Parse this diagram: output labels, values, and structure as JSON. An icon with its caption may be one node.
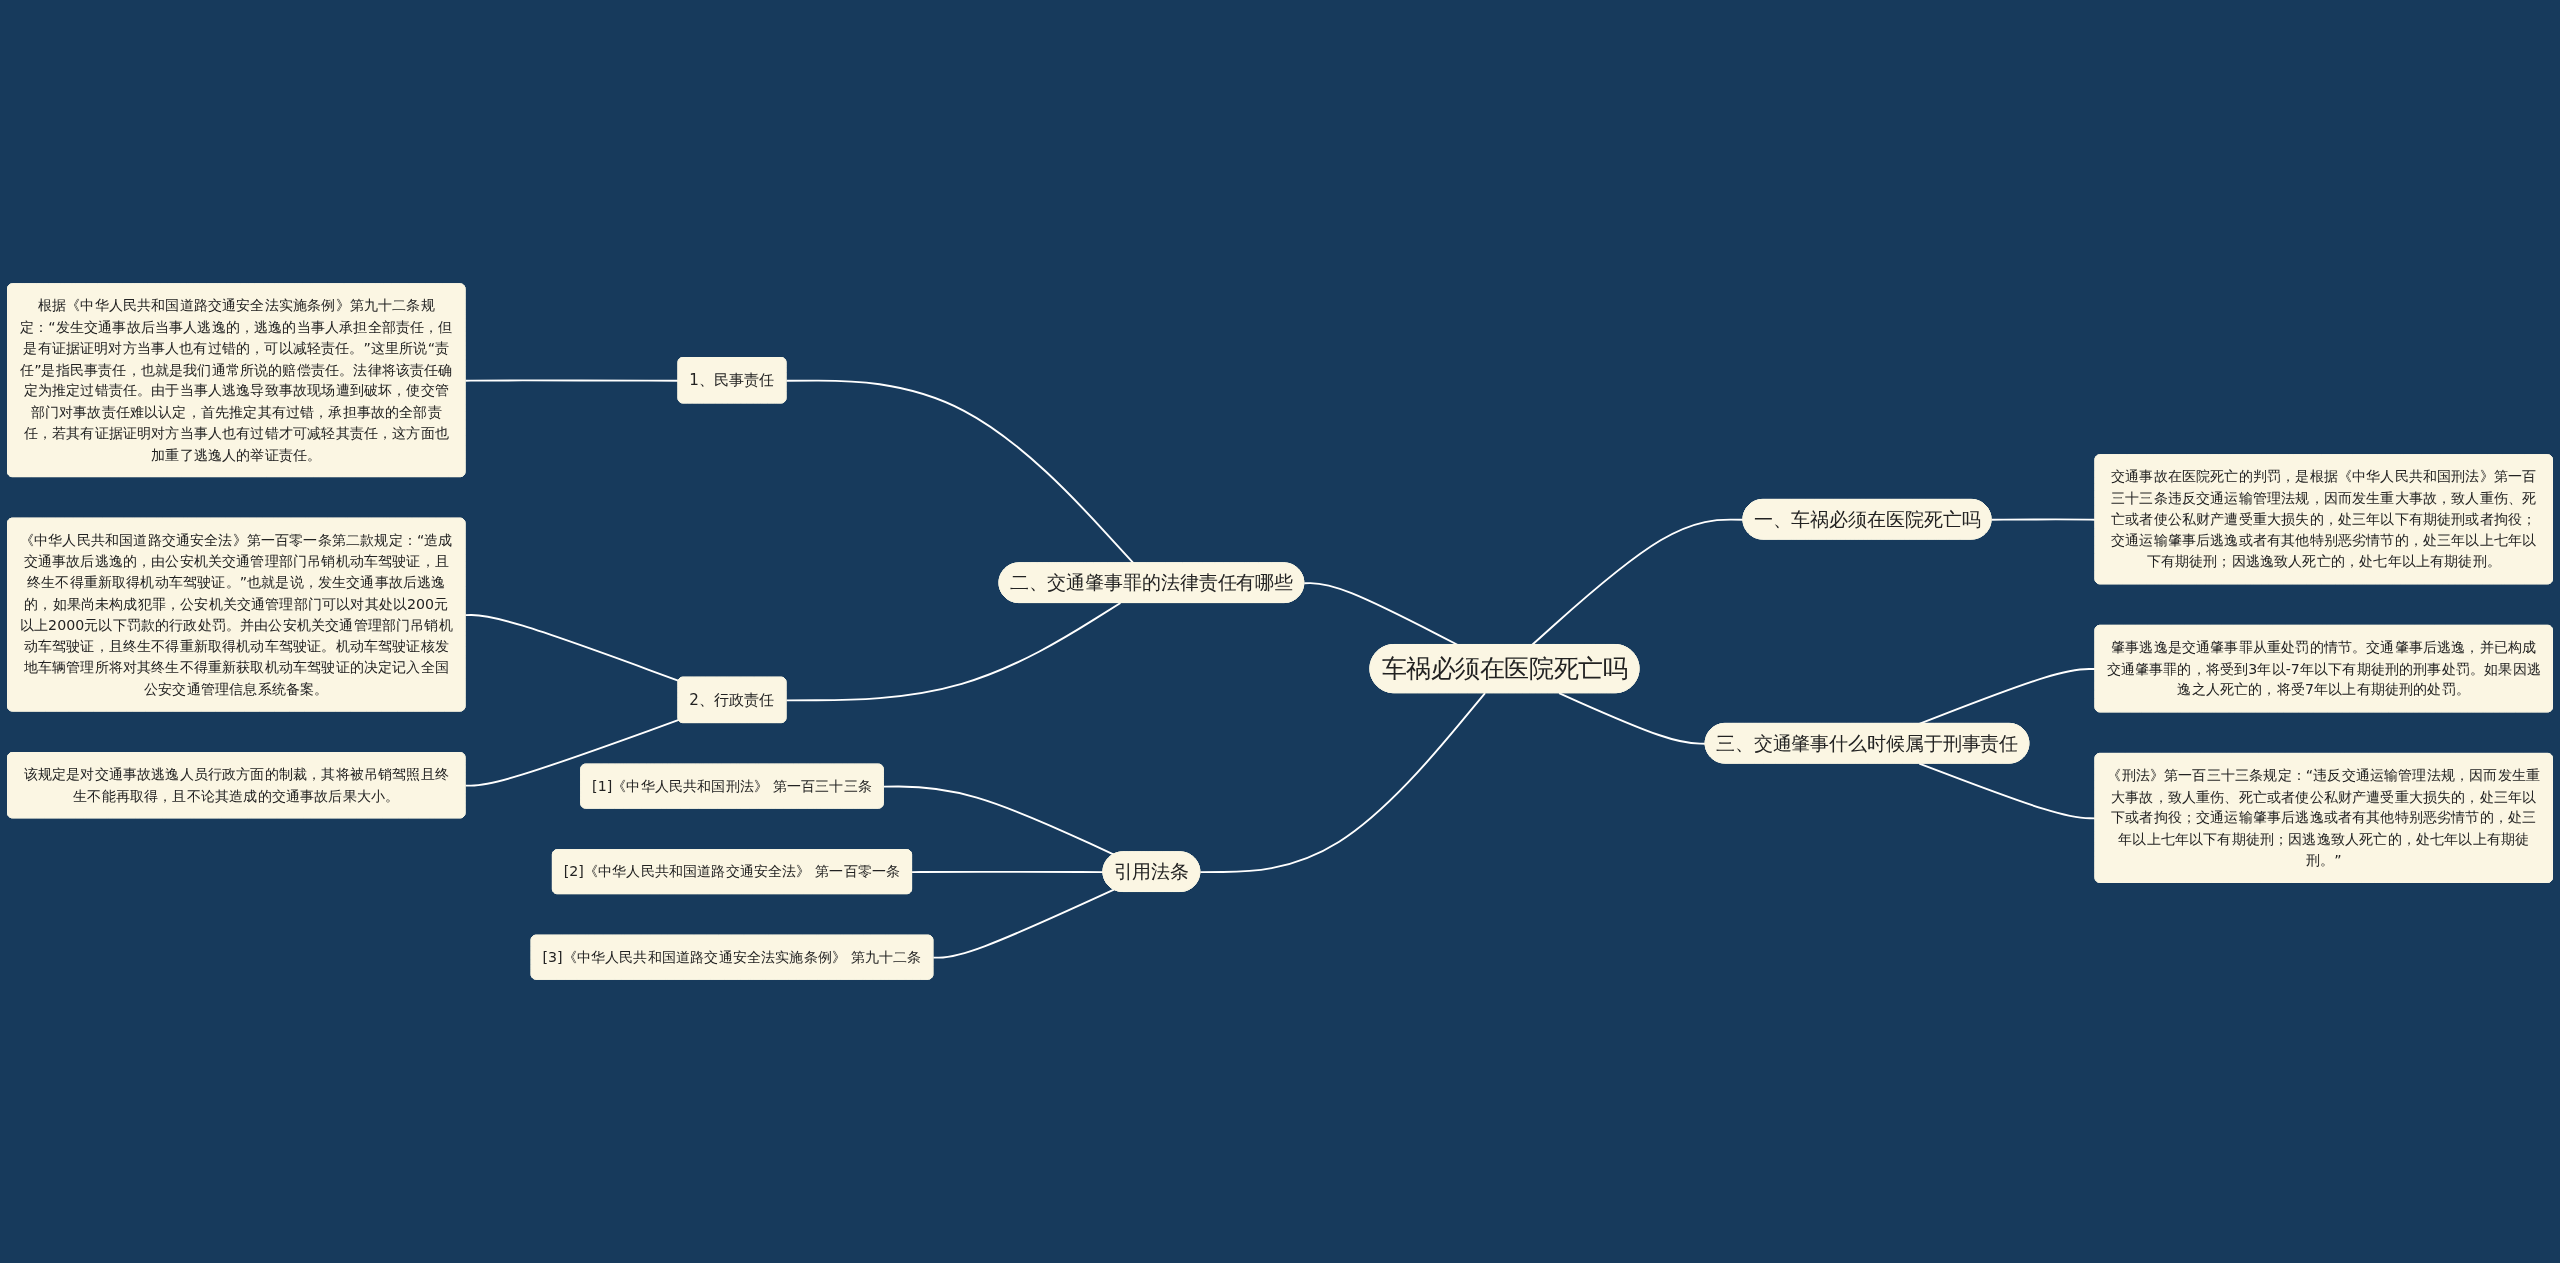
{
  "diagram": {
    "nodes": [
      {
        "text": [
          "车祸必须在医院死亡吗"
        ]
      },
      {
        "text": [
          "一、车祸必须在医院死亡吗"
        ]
      },
      {
        "text": [
          "交通事故在医院死亡的判罚，是根据《中华人民共和国刑法》第一百三十三条违反交通运输管理法规，因而发生重大事故，致人重伤、死亡或者使公私财产遭受重大损失的，处三年以下有期徒刑或者拘役；交通运输肇事后逃逸或者有其他特别恶劣情节的，处三年以上七年以下有期徒刑；因逃逸致人死亡的，处七年以上有期徒刑。"
        ]
      },
      {
        "text": [
          "三、交通肇事什么时候属于刑事责任"
        ]
      },
      {
        "text": [
          "肇事逃逸是交通肇事罪从重处罚的情节。交通肇事后逃逸，并已构成交通肇事罪的，将受到3年以-7年以下有期徒刑的刑事处罚。如果因逃逸之人死亡的，将受7年以上有期徒刑的处罚。"
        ]
      },
      {
        "text": [
          "《刑法》第一百三十三条规定：“违反交通运输管理法规，因而发生重大事故，致人重伤、死亡或者使公私财产遭受重大损失的，处三年以下或者拘役；交通运输肇事后逃逸或者有其他特别恶劣情节的，处三年以上七年以下有期徒刑；因逃逸致人死亡的，处七年以上有期徒刑。”"
        ]
      },
      {
        "text": [
          "二、交通肇事罪的法律责任有哪些"
        ]
      },
      {
        "text": [
          "1、民事责任"
        ]
      },
      {
        "text": [
          "根据《中华人民共和国道路交通安全法实施条例》第九十二条规定：“发生交通事故后当事人逃逸的，逃逸的当事人承担全部责任，但是有证据证明对方当事人也有过错的，可以减轻责任。”这里所说“责任”是指民事责任，也就是我们通常所说的赔偿责任。法律将该责任确定为推定过错责任。由于当事人逃逸导致事故现场遭到破坏，使交管部门对事故责任难以认定，首先推定其有过错，承担事故的全部责任，若其有证据证明对方当事人也有过错才可减轻其责任，这方面也加重了逃逸人的举证责任。"
        ]
      },
      {
        "text": [
          "2、行政责任"
        ]
      },
      {
        "text": [
          "《中华人民共和国道路交通安全法》第一百零一条第二款规定：“造成交通事故后逃逸的，由公安机关交通管理部门吊销机动车驾驶证，且终生不得重新取得机动车驾驶证。”也就是说，发生交通事故后逃逸的，如果尚未构成犯罪，公安机关交通管理部门可以对其处以200元以上2000元以下罚款的行政处罚。并由公安机关交通管理部门吊销机动车驾驶证，且终生不得重新取得机动车驾驶证。机动车驾驶证核发地车辆管理所将对其终生不得重新获取机动车驾驶证的决定记入全国公安交通管理信息系统备案。"
        ]
      },
      {
        "text": [
          "该规定是对交通事故逃逸人员行政方面的制裁，其将被吊销驾照且终生不能再取得，且不论其造成的交通事故后果大小。"
        ]
      },
      {
        "text": [
          "引用法条"
        ]
      },
      {
        "text": [
          "[1]《中华人民共和国刑法》 第一百三十三条"
        ]
      },
      {
        "text": [
          "[2]《中华人民共和国道路交通安全法》 第一百零一条"
        ]
      },
      {
        "text": [
          "[3]《中华人民共和国道路交通安全法实施条例》 第九十二条"
        ]
      }
    ],
    "edges": [
      {
        "from": 0,
        "to": 1,
        "arrow": "none"
      },
      {
        "from": 1,
        "to": 2,
        "arrow": "none"
      },
      {
        "from": 0,
        "to": 3,
        "arrow": "none"
      },
      {
        "from": 3,
        "to": 4,
        "arrow": "none"
      },
      {
        "from": 3,
        "to": 5,
        "arrow": "none"
      },
      {
        "from": 6,
        "to": 0,
        "arrow": "none"
      },
      {
        "from": 7,
        "to": 6,
        "arrow": "none"
      },
      {
        "from": 8,
        "to": 7,
        "arrow": "none"
      },
      {
        "from": 9,
        "to": 6,
        "arrow": "none"
      },
      {
        "from": 10,
        "to": 9,
        "arrow": "none"
      },
      {
        "from": 11,
        "to": 9,
        "arrow": "none"
      },
      {
        "from": 12,
        "to": 0,
        "arrow": "none"
      },
      {
        "from": 13,
        "to": 12,
        "arrow": "none"
      },
      {
        "from": 14,
        "to": 12,
        "arrow": "none"
      },
      {
        "from": 15,
        "to": 12,
        "arrow": "none"
      }
    ]
  }
}
